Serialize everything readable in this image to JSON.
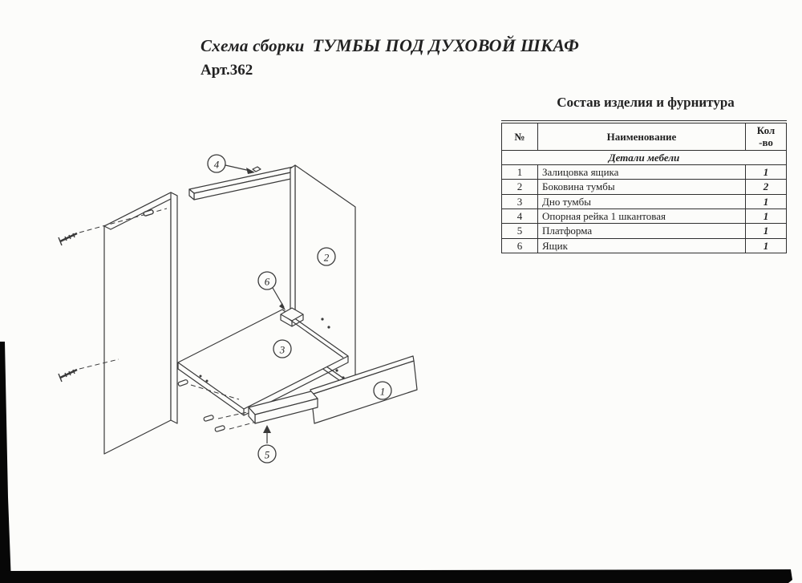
{
  "colors": {
    "ink": "#3a3a3a",
    "paper": "#fcfcfa",
    "scan_black": "#070707"
  },
  "header": {
    "title_prefix": "Схема сборки",
    "title_main": "ТУМБЫ ПОД ДУХОВОЙ ШКАФ",
    "article": "Арт.362"
  },
  "parts": {
    "heading": "Состав изделия и фурнитура",
    "col_num": "№",
    "col_name": "Наименование",
    "col_qty_1": "Кол",
    "col_qty_2": "-во",
    "section": "Детали мебели",
    "rows": [
      {
        "num": "1",
        "name": "Залицовка ящика",
        "qty": "1"
      },
      {
        "num": "2",
        "name": "Боковина тумбы",
        "qty": "2"
      },
      {
        "num": "3",
        "name": "Дно тумбы",
        "qty": "1"
      },
      {
        "num": "4",
        "name": "Опорная рейка 1 шкантовая",
        "qty": "1"
      },
      {
        "num": "5",
        "name": "Платформа",
        "qty": "1"
      },
      {
        "num": "6",
        "name": "Ящик",
        "qty": "1"
      }
    ]
  },
  "diagram": {
    "callouts": {
      "c1": "1",
      "c2": "2",
      "c3": "3",
      "c4": "4",
      "c5": "5",
      "c6": "6"
    }
  }
}
